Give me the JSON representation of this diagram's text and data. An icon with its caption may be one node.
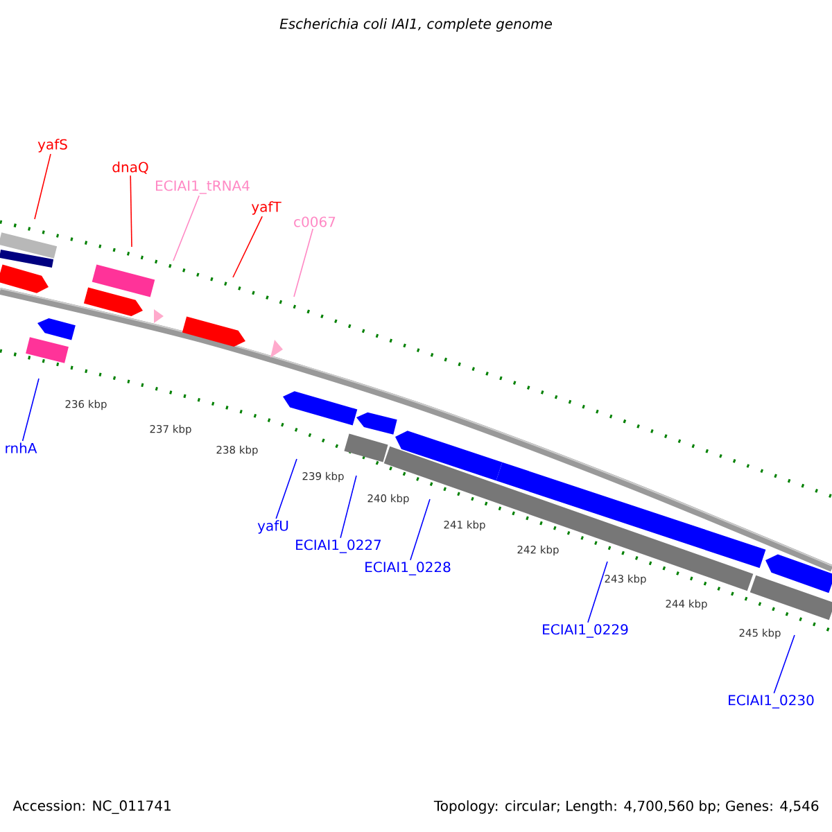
{
  "diagram": {
    "title": "Escherichia coli IAI1, complete genome",
    "nodes": [
      {
        "text": [
          "yafS"
        ]
      },
      {
        "text": [
          "dnaQ"
        ]
      },
      {
        "text": [
          "ECIAI1_tRNA4"
        ]
      },
      {
        "text": [
          "yafT"
        ]
      },
      {
        "text": [
          "c0067"
        ]
      },
      {
        "text": [
          "rnhA"
        ]
      },
      {
        "text": [
          "yafU"
        ]
      },
      {
        "text": [
          "ECIAI1_0227"
        ]
      },
      {
        "text": [
          "ECIAI1_0228"
        ]
      },
      {
        "text": [
          "ECIAI1_0229"
        ]
      },
      {
        "text": [
          "ECIAI1_0230"
        ]
      }
    ],
    "edges": [
      {
        "from": 0,
        "to": null,
        "arrow": "none",
        "color": "#ff0000"
      },
      {
        "from": 1,
        "to": null,
        "arrow": "none",
        "color": "#ff0000"
      },
      {
        "from": 2,
        "to": null,
        "arrow": "none",
        "color": "#ff88c4"
      },
      {
        "from": 3,
        "to": null,
        "arrow": "none",
        "color": "#ff0000"
      },
      {
        "from": 4,
        "to": null,
        "arrow": "none",
        "color": "#ff88c4"
      },
      {
        "from": 5,
        "to": null,
        "arrow": "none"
      },
      {
        "from": 6,
        "to": null,
        "arrow": "none"
      },
      {
        "from": 7,
        "to": null,
        "arrow": "none"
      },
      {
        "from": 8,
        "to": null,
        "arrow": "none"
      },
      {
        "from": 9,
        "to": null,
        "arrow": "none"
      },
      {
        "from": 10,
        "to": null,
        "arrow": "none"
      }
    ],
    "labels": [
      "236 kbp",
      "237 kbp",
      "238 kbp",
      "239 kbp",
      "240 kbp",
      "241 kbp",
      "242 kbp",
      "243 kbp",
      "244 kbp",
      "245 kbp",
      "Accession: NC_011741",
      "Topology: circular; Length: 4,700,560 bp; Genes: 4,546"
    ]
  }
}
